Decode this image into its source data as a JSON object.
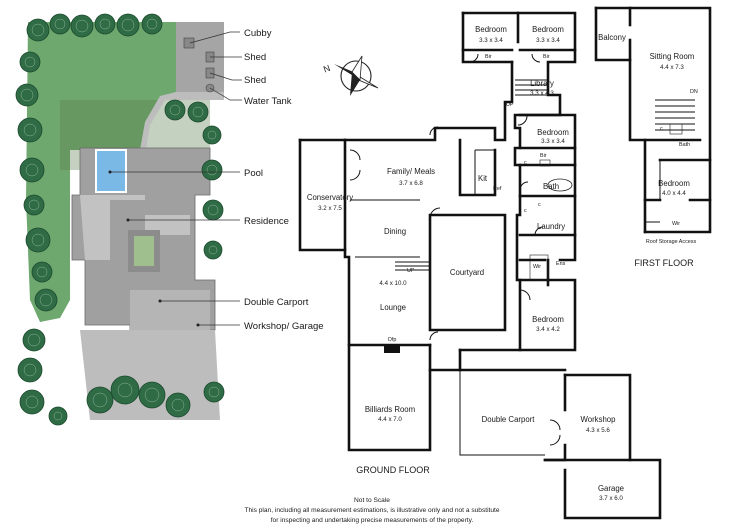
{
  "site_plan": {
    "labels": {
      "cubby": "Cubby",
      "shed1": "Shed",
      "shed2": "Shed",
      "water_tank": "Water Tank",
      "pool": "Pool",
      "residence": "Residence",
      "double_carport": "Double Carport",
      "workshop_garage": "Workshop/ Garage"
    },
    "colors": {
      "lawn": "#6fa86f",
      "paving": "#a8a8a8",
      "building": "#c8c8c8",
      "pool": "#7ab8e6",
      "tree": "#2f6b45"
    }
  },
  "compass": {
    "north_label": "N"
  },
  "ground_floor": {
    "title": "GROUND FLOOR",
    "rooms": {
      "bedroom_1": {
        "name": "Bedroom",
        "dims": "3.3 x 3.4"
      },
      "bedroom_2": {
        "name": "Bedroom",
        "dims": "3.3 x 3.4"
      },
      "bir_1": "Bir",
      "bir_2": "Bir",
      "library": {
        "name": "Library",
        "dims": "3.3 x 4.3"
      },
      "up_1": "UP",
      "bedroom_3": {
        "name": "Bedroom",
        "dims": "3.3 x 3.4"
      },
      "bir_3": "Bir",
      "c_1": "c",
      "c_2": "c",
      "c_3": "c",
      "bath": "Bath",
      "family_meals": {
        "name": "Family/ Meals",
        "dims": "3.7 x 6.8"
      },
      "kit": "Kit",
      "ref": "Ref",
      "conservatory": {
        "name": "Conservatory",
        "dims": "3.2 x 7.5"
      },
      "dining": "Dining",
      "laundry": "Laundry",
      "courtyard": "Courtyard",
      "wir": "Wir",
      "ens": "Ens",
      "up_2": "UP",
      "lounge": {
        "name": "Lounge",
        "dims": "4.4 x 10.0"
      },
      "ofp": "Ofp",
      "bedroom_4": {
        "name": "Bedroom",
        "dims": "3.4 x 4.2"
      },
      "billiards": {
        "name": "Billiards Room",
        "dims": "4.4 x 7.0"
      },
      "double_carport": "Double Carport",
      "workshop": {
        "name": "Workshop",
        "dims": "4.3 x 5.6"
      },
      "garage": {
        "name": "Garage",
        "dims": "3.7 x 6.0"
      }
    }
  },
  "first_floor": {
    "title": "FIRST FLOOR",
    "rooms": {
      "balcony": "Balcony",
      "sitting_room": {
        "name": "Sitting Room",
        "dims": "4.4 x 7.3"
      },
      "dn": "DN",
      "c": "c",
      "bath": "Bath",
      "bedroom": {
        "name": "Bedroom",
        "dims": "4.0 x 4.4"
      },
      "wir": "Wir",
      "roof_storage": "Roof Storage Access"
    }
  },
  "footer": {
    "line1": "Not to Scale",
    "line2": "This plan, including all measurement estimations, is illustrative only and not a substitute",
    "line3": "for inspecting and undertaking precise measurements of the property."
  }
}
